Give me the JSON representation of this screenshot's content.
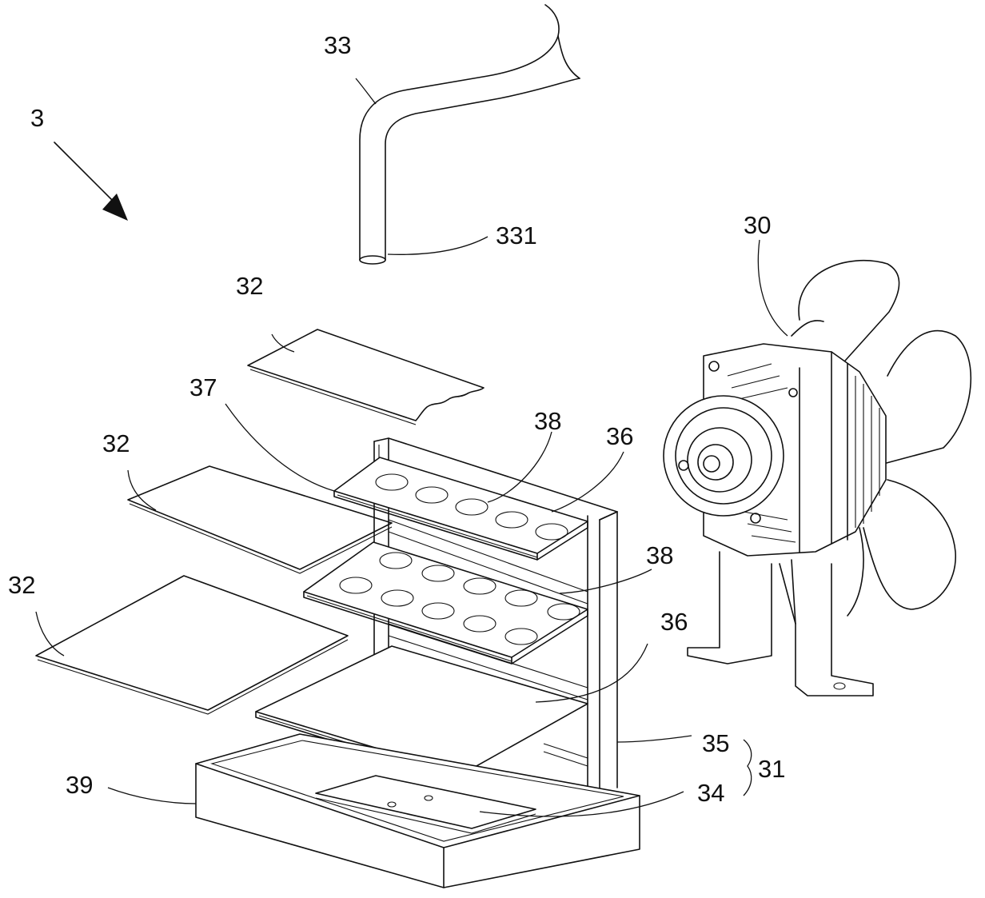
{
  "labels": {
    "assembly": "3",
    "tube": "33",
    "tube_end": "331",
    "fan_motor": "30",
    "cover_top": "32",
    "cover_mid": "32",
    "cover_low": "32",
    "tray_edge": "37",
    "holes_upper": "38",
    "tray_upper": "36",
    "holes_lower": "38",
    "tray_lower": "36",
    "frame": "35",
    "base": "34",
    "group": "31",
    "pan": "39"
  },
  "icons": {
    "direction_arrow": "arrow-down-right-icon",
    "fan": "fan-motor-icon"
  }
}
